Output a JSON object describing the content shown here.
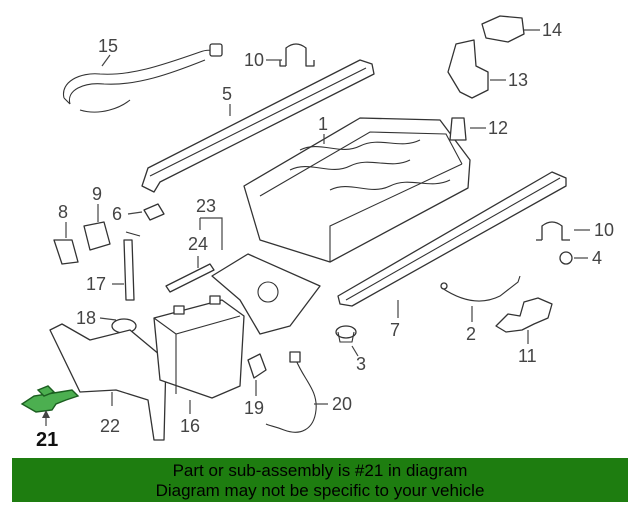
{
  "callouts": {
    "c1": "1",
    "c2": "2",
    "c3": "3",
    "c4": "4",
    "c5": "5",
    "c6": "6",
    "c7": "7",
    "c8": "8",
    "c9": "9",
    "c10a": "10",
    "c10b": "10",
    "c11": "11",
    "c12": "12",
    "c13": "13",
    "c14": "14",
    "c15": "15",
    "c16": "16",
    "c17": "17",
    "c18": "18",
    "c19": "19",
    "c20": "20",
    "c21": "21",
    "c22": "22",
    "c23": "23",
    "c24": "24"
  },
  "highlighted_part": "21",
  "colors": {
    "highlight_fill": "#4caf50",
    "banner_bg": "#1e7d10",
    "banner_text": "#000000"
  },
  "banner": {
    "line1": "Part or sub-assembly is #21 in diagram",
    "line2": "Diagram may not be specific to your vehicle"
  }
}
